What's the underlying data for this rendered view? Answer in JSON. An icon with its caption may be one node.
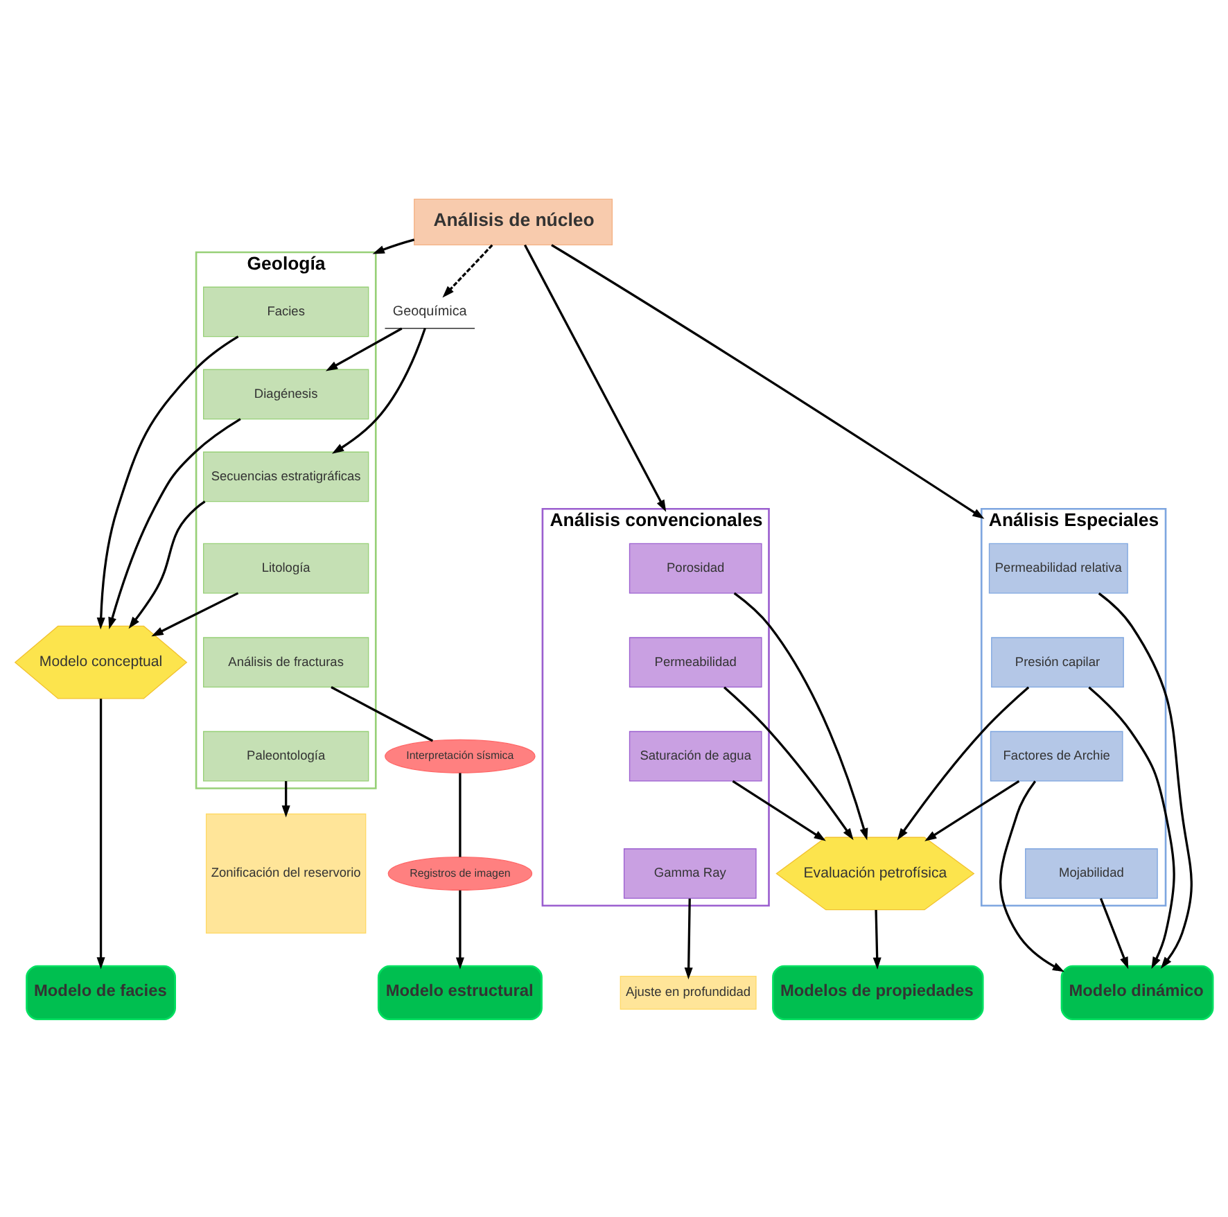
{
  "diagram": {
    "nodes": [
      {
        "text": [
          "Análisis de núcleo"
        ]
      },
      {
        "text": [
          "Geoquímica"
        ]
      },
      {
        "text": [
          "Geología"
        ]
      },
      {
        "text": [
          "Facies"
        ],
        "in": 2
      },
      {
        "text": [
          "Diagénesis"
        ],
        "in": 2
      },
      {
        "text": [
          "Secuencias estratigráficas"
        ],
        "in": 2
      },
      {
        "text": [
          "Litología"
        ],
        "in": 2
      },
      {
        "text": [
          "Análisis de fracturas"
        ],
        "in": 2
      },
      {
        "text": [
          "Paleontología"
        ],
        "in": 2
      },
      {
        "text": [
          "Zonificación del reservorio"
        ]
      },
      {
        "text": [
          "Análisis convencionales"
        ]
      },
      {
        "text": [
          "Porosidad"
        ],
        "in": 10
      },
      {
        "text": [
          "Permeabilidad"
        ],
        "in": 10
      },
      {
        "text": [
          "Saturación de agua"
        ],
        "in": 10
      },
      {
        "text": [
          "Gamma Ray"
        ],
        "in": 10
      },
      {
        "text": [
          "Análisis Especiales"
        ]
      },
      {
        "text": [
          "Permeabilidad relativa"
        ],
        "in": 15
      },
      {
        "text": [
          "Presión capilar"
        ],
        "in": 15
      },
      {
        "text": [
          "Factores de Archie"
        ],
        "in": 15
      },
      {
        "text": [
          "Mojabilidad"
        ],
        "in": 15
      },
      {
        "text": [
          "Ajuste en profundidad"
        ]
      },
      {
        "text": [
          "Interpretación sísmica"
        ]
      },
      {
        "text": [
          "Registros de imagen"
        ]
      },
      {
        "text": [
          "Modelo conceptual"
        ]
      },
      {
        "text": [
          "Evaluación petrofísica"
        ]
      },
      {
        "text": [
          "Modelo estructural"
        ]
      },
      {
        "text": [
          "Modelo de facies"
        ]
      },
      {
        "text": [
          "Modelos de propiedades"
        ]
      },
      {
        "text": [
          "Modelo dinámico"
        ]
      }
    ],
    "edges": [
      {
        "from": 0,
        "to": 1,
        "arrow": "to",
        "style": "dashed"
      },
      {
        "from": 0,
        "to": 2,
        "arrow": "to"
      },
      {
        "from": 0,
        "to": 10,
        "arrow": "to"
      },
      {
        "from": 0,
        "to": 15,
        "arrow": "to"
      },
      {
        "from": 1,
        "to": 4,
        "arrow": "to"
      },
      {
        "from": 1,
        "to": 5,
        "arrow": "to"
      },
      {
        "from": 3,
        "to": 23,
        "arrow": "to"
      },
      {
        "from": 4,
        "to": 23,
        "arrow": "to"
      },
      {
        "from": 5,
        "to": 23,
        "arrow": "to"
      },
      {
        "from": 6,
        "to": 23,
        "arrow": "to"
      },
      {
        "from": 8,
        "to": 9,
        "arrow": "to"
      },
      {
        "from": 7,
        "to": 21,
        "arrow": "none"
      },
      {
        "from": 21,
        "to": 22,
        "arrow": "none"
      },
      {
        "from": 22,
        "to": 25,
        "arrow": "to"
      },
      {
        "from": 11,
        "to": 24,
        "arrow": "to"
      },
      {
        "from": 12,
        "to": 24,
        "arrow": "to"
      },
      {
        "from": 13,
        "to": 24,
        "arrow": "to"
      },
      {
        "from": 17,
        "to": 24,
        "arrow": "to"
      },
      {
        "from": 18,
        "to": 24,
        "arrow": "to"
      },
      {
        "from": 14,
        "to": 20,
        "arrow": "to"
      },
      {
        "from": 16,
        "to": 28,
        "arrow": "to"
      },
      {
        "from": 17,
        "to": 28,
        "arrow": "to"
      },
      {
        "from": 18,
        "to": 28,
        "arrow": "to"
      },
      {
        "from": 19,
        "to": 28,
        "arrow": "to"
      },
      {
        "from": 23,
        "to": 26,
        "arrow": "to"
      },
      {
        "from": 24,
        "to": 27,
        "arrow": "to"
      }
    ]
  }
}
